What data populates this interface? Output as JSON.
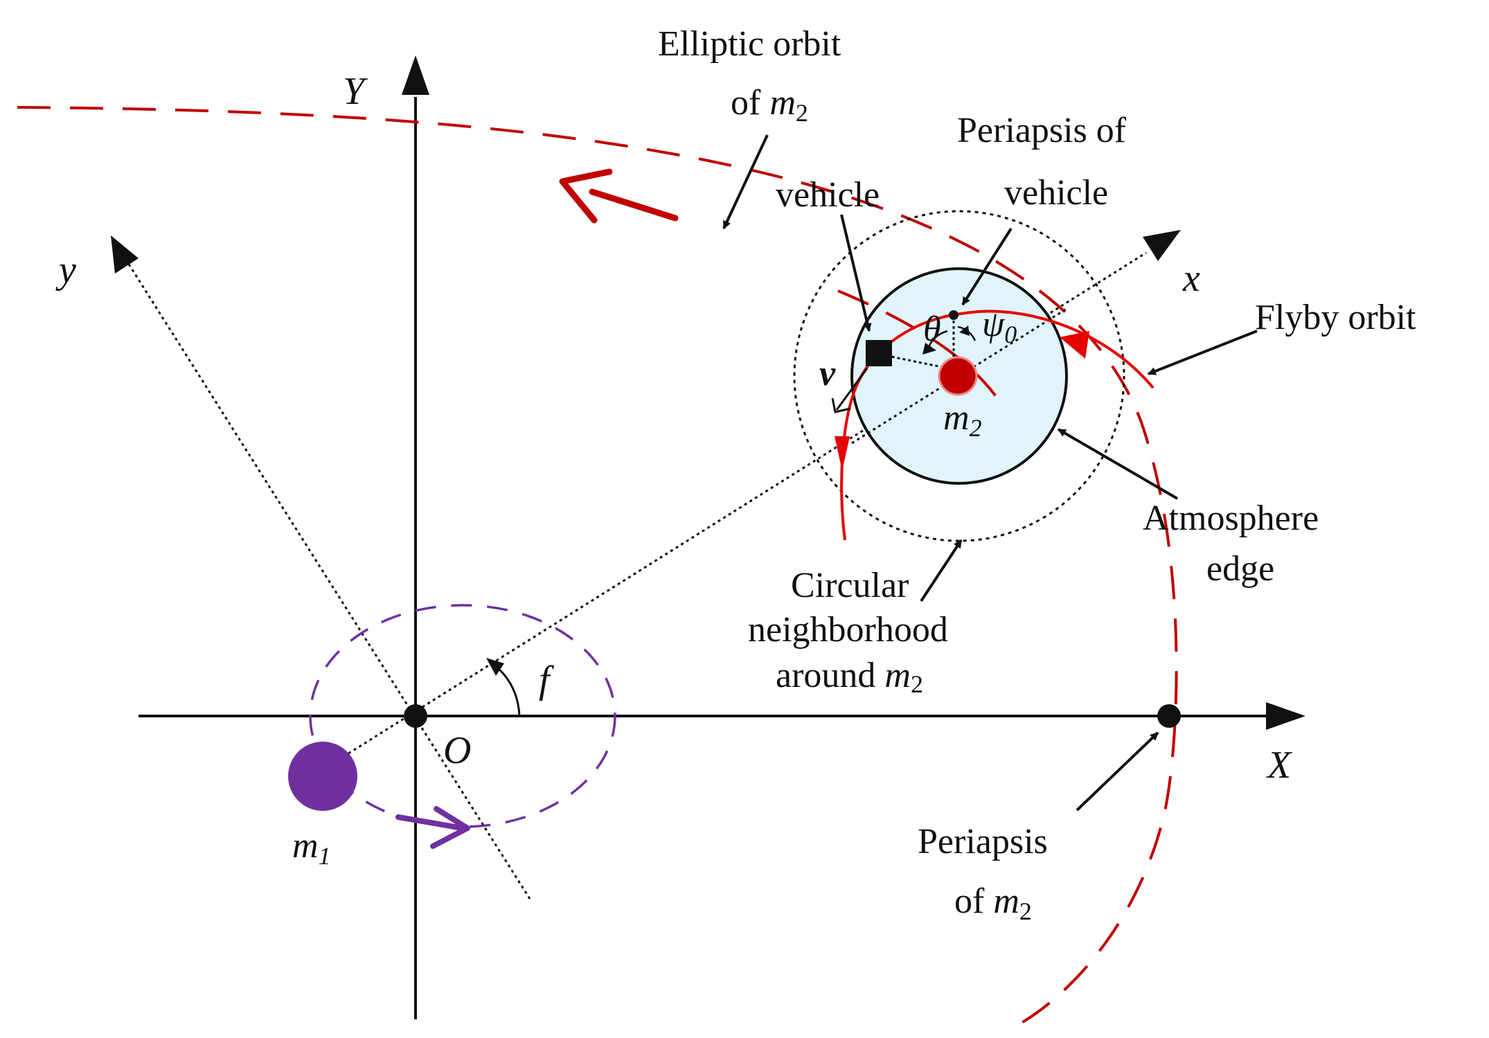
{
  "colors": {
    "orbit_m2": "#c00000",
    "flyby": "#e60000",
    "m1": "#7030a0",
    "m2_fill": "#c00000",
    "atmosphere_fill": "#e0f4fa",
    "ink": "#111111"
  },
  "axes": {
    "X": "X",
    "Y": "Y",
    "x": "x",
    "y": "y",
    "origin": "O",
    "angle_f": "f"
  },
  "bodies": {
    "m1": {
      "base": "m",
      "sub": "1"
    },
    "m2": {
      "base": "m",
      "sub": "2"
    }
  },
  "symbols": {
    "v": "v",
    "theta": "θ",
    "psi": "ψ",
    "psi_sub": "0"
  },
  "labels": {
    "elliptic_orbit": {
      "line1": "Elliptic orbit",
      "line2_prefix": "of ",
      "m": "m",
      "sub": "2"
    },
    "vehicle": "vehicle",
    "periapsis_vehicle": {
      "line1": "Periapsis of",
      "line2": "vehicle"
    },
    "flyby_orbit": "Flyby orbit",
    "atmosphere_edge": {
      "line1": "Atmosphere",
      "line2": "edge"
    },
    "circular_neighborhood": {
      "line1": "Circular",
      "line2": "neighborhood",
      "line3_prefix": "around ",
      "m": "m",
      "sub": "2"
    },
    "periapsis_m2": {
      "line1": "Periapsis",
      "line2_prefix": "of ",
      "m": "m",
      "sub": "2"
    }
  },
  "icons": [
    "m1-body-icon",
    "m2-body-icon",
    "vehicle-square-icon",
    "periapsis-dot-icon",
    "origin-dot-icon"
  ]
}
